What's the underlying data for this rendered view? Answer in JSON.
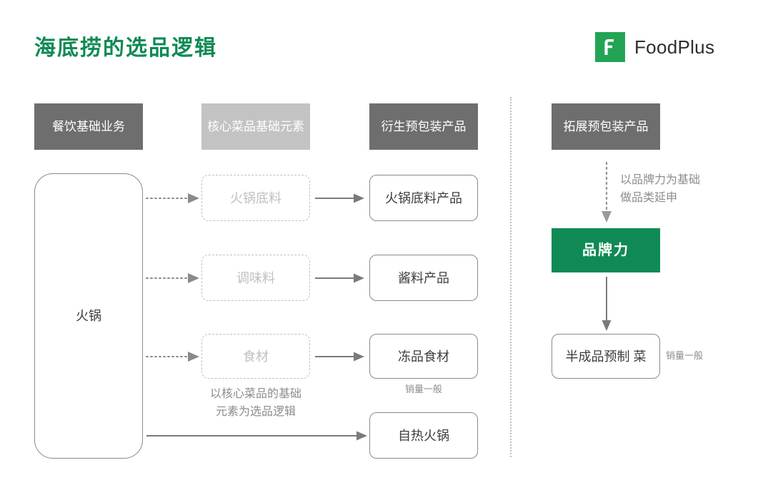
{
  "header": {
    "title": "海底捞的选品逻辑",
    "title_color": "#0F8A54",
    "logo_text": "FoodPlus",
    "logo_mark_letter": "F",
    "logo_color": "#23A455"
  },
  "columns": [
    {
      "label": "餐饮基础业务",
      "style": "dark"
    },
    {
      "label": "核心菜品基础元素",
      "style": "light"
    },
    {
      "label": "衍生预包装产品",
      "style": "dark"
    },
    {
      "label": "拓展预包装产品",
      "style": "dark"
    }
  ],
  "left_column": {
    "box_label": "火锅"
  },
  "middle_column": {
    "boxes": [
      {
        "label": "火锅底料"
      },
      {
        "label": "调味料"
      },
      {
        "label": "食材"
      }
    ],
    "caption": "以核心菜品的基础\n元素为选品逻辑"
  },
  "derived_column": {
    "boxes": [
      {
        "label": "火锅底料产品",
        "note": ""
      },
      {
        "label": "酱料产品",
        "note": ""
      },
      {
        "label": "冻品食材",
        "note": "销量一般"
      },
      {
        "label": "自热火锅",
        "note": ""
      }
    ]
  },
  "extension_column": {
    "caption": "以品牌力为基础\n做品类延申",
    "brand_box": {
      "label": "品牌力",
      "color": "#0F8A54"
    },
    "product_box": {
      "label": "半成品预制\n菜",
      "note": "销量一般"
    }
  },
  "arrow_color": "#7A7A7A"
}
